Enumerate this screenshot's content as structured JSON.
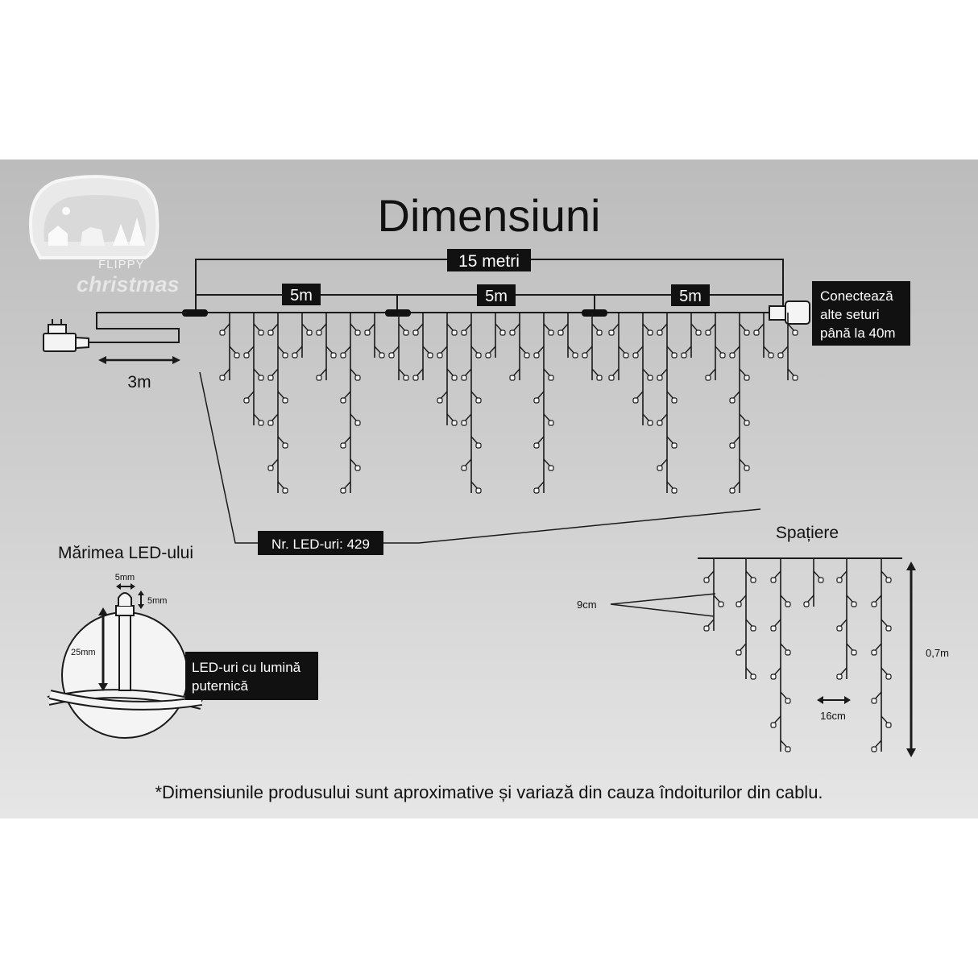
{
  "title": "Dimensiuni",
  "brand": {
    "top": "FLIPPY",
    "bottom": "christmas"
  },
  "total_length": "15 metri",
  "segment_labels": [
    "5m",
    "5m",
    "5m"
  ],
  "power_cable": "3m",
  "connect_note": [
    "Conectează",
    "alte seturi",
    "până la 40m"
  ],
  "led_count": "Nr. LED-uri: 429",
  "led_size": {
    "title": "Mărimea LED-ului",
    "width": "5mm",
    "cap": "5mm",
    "height": "25mm",
    "note": [
      "LED-uri cu lumină",
      "puternică"
    ]
  },
  "spacing": {
    "title": "Spațiere",
    "vertical": "9cm",
    "horizontal": "16cm",
    "drop": "0,7m"
  },
  "disclaimer": "*Dimensiunile produsului sunt aproximative și variază din cauza îndoiturilor din cablu.",
  "colors": {
    "background": "#c4c4c4",
    "line": "#1a1a1a",
    "label_box": "#111111"
  }
}
